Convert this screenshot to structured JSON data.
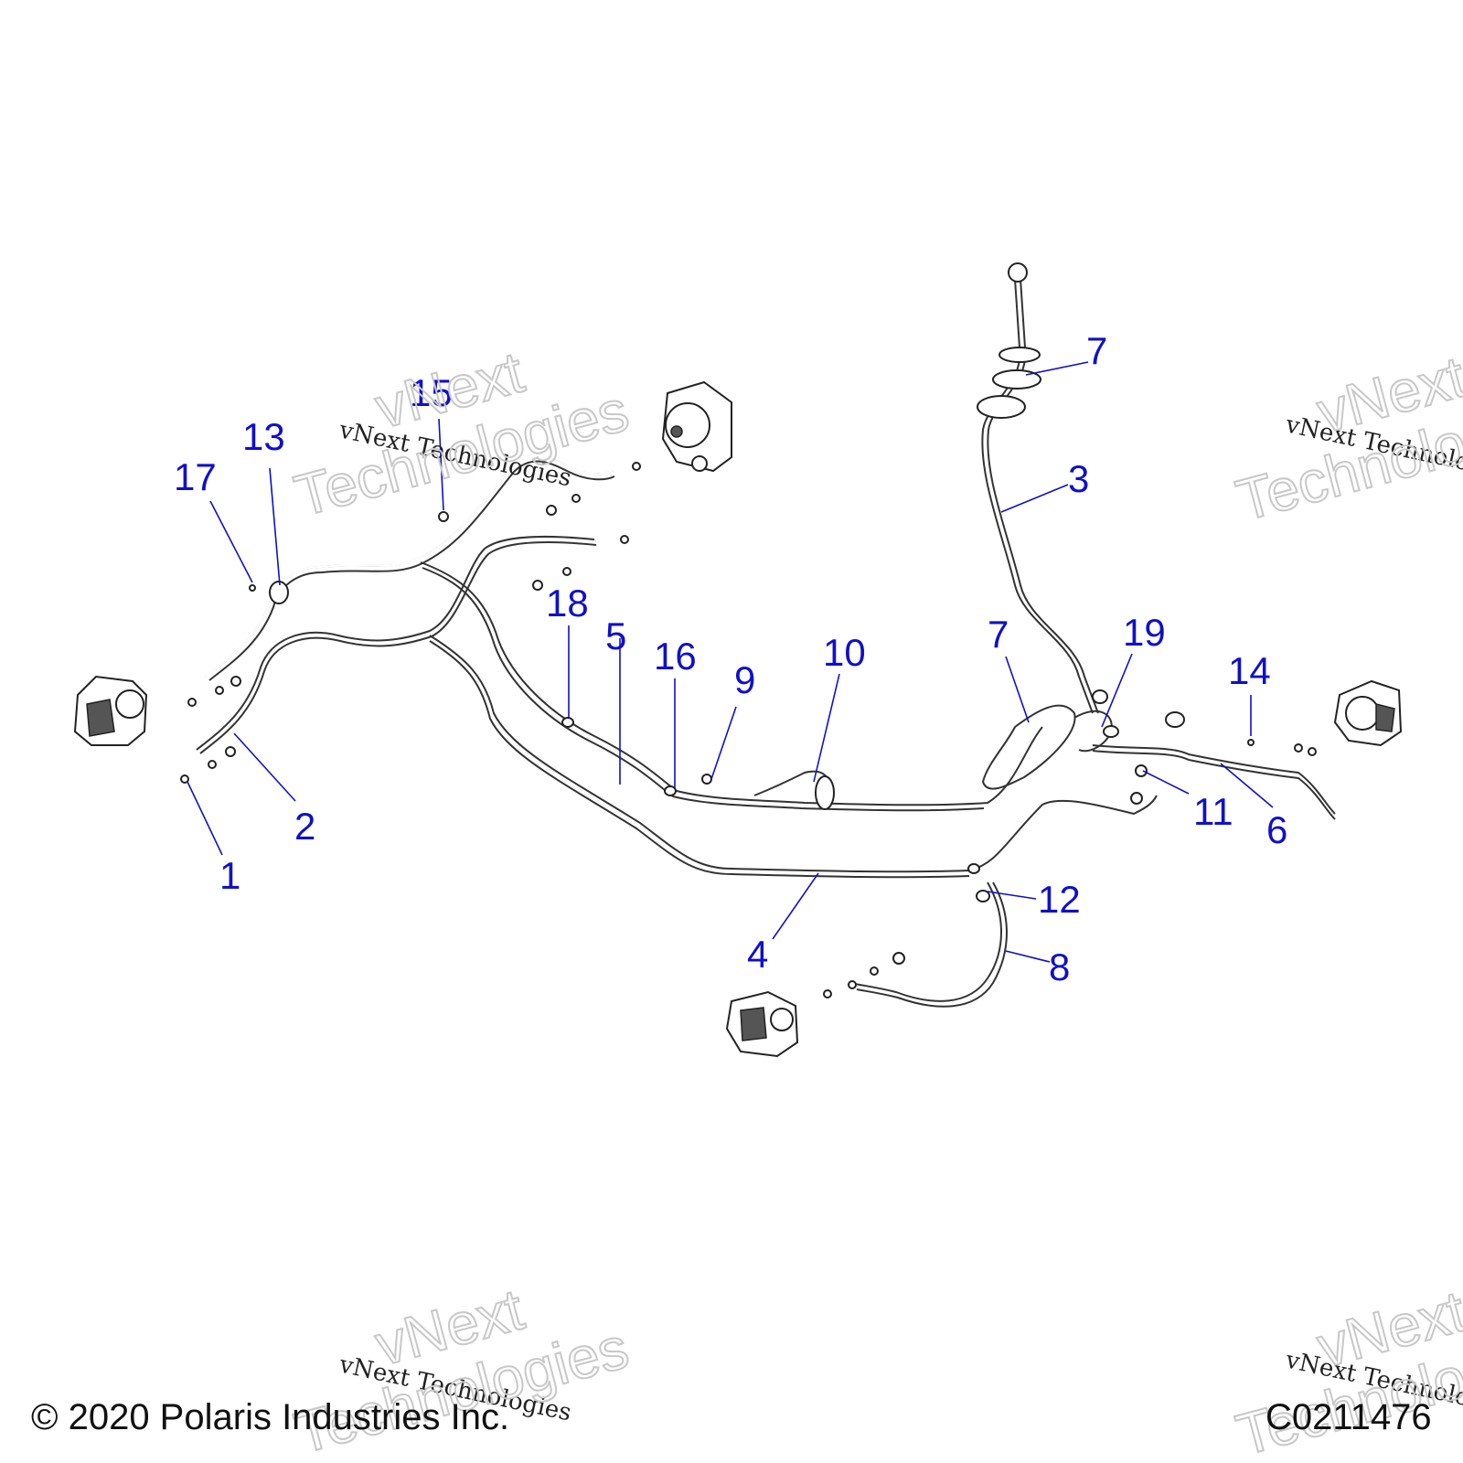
{
  "watermark": {
    "line": "vNext Technologies",
    "outline_top": "vNext",
    "outline_bottom": "Technologies"
  },
  "callouts": [
    {
      "id": "c1",
      "text": "1"
    },
    {
      "id": "c2",
      "text": "2"
    },
    {
      "id": "c3",
      "text": "3"
    },
    {
      "id": "c4",
      "text": "4"
    },
    {
      "id": "c5",
      "text": "5"
    },
    {
      "id": "c6",
      "text": "6"
    },
    {
      "id": "c7a",
      "text": "7"
    },
    {
      "id": "c7b",
      "text": "7"
    },
    {
      "id": "c8",
      "text": "8"
    },
    {
      "id": "c9",
      "text": "9"
    },
    {
      "id": "c10",
      "text": "10"
    },
    {
      "id": "c11",
      "text": "11"
    },
    {
      "id": "c12",
      "text": "12"
    },
    {
      "id": "c13",
      "text": "13"
    },
    {
      "id": "c14",
      "text": "14"
    },
    {
      "id": "c15",
      "text": "15"
    },
    {
      "id": "c16",
      "text": "16"
    },
    {
      "id": "c17",
      "text": "17"
    },
    {
      "id": "c18",
      "text": "18"
    },
    {
      "id": "c19",
      "text": "19"
    }
  ],
  "footer": {
    "copyright": "© 2020 Polaris Industries Inc.",
    "figure_id": "C0211476"
  },
  "colors": {
    "callout": "#1010c8",
    "line_art": "#333333",
    "background": "#ffffff"
  }
}
